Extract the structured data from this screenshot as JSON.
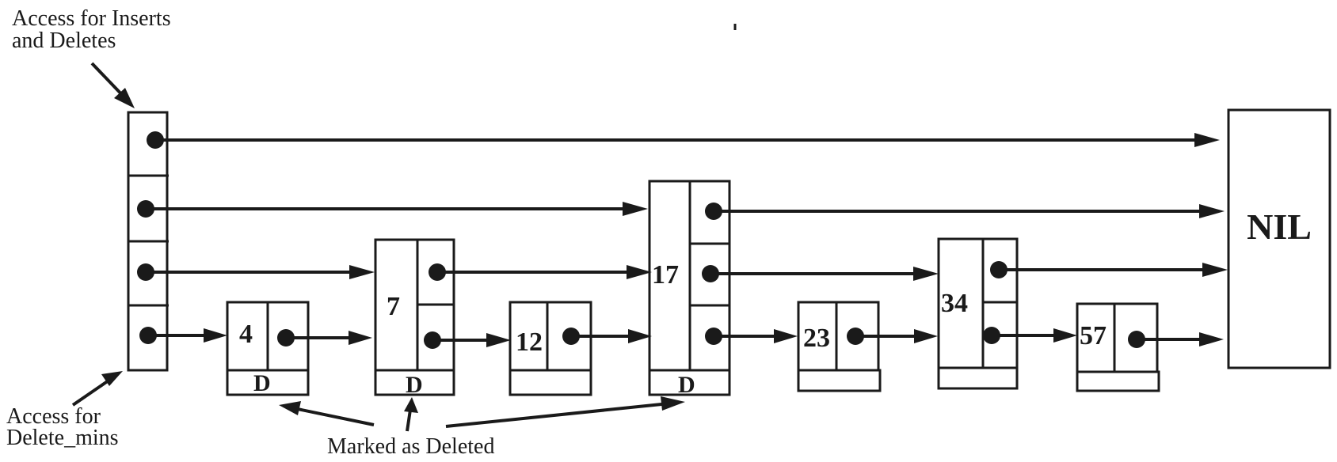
{
  "labels": {
    "inserts_deletes": [
      "Access for Inserts",
      "and Deletes"
    ],
    "delete_mins": [
      "Access for",
      "Delete_mins"
    ],
    "marked_deleted": "Marked as Deleted"
  },
  "head": {
    "levels": 4
  },
  "nodes": [
    {
      "key": "4",
      "levels": 1,
      "deleted_mark": "D"
    },
    {
      "key": "7",
      "levels": 2,
      "deleted_mark": "D"
    },
    {
      "key": "12",
      "levels": 1,
      "deleted_mark": ""
    },
    {
      "key": "17",
      "levels": 3,
      "deleted_mark": "D"
    },
    {
      "key": "23",
      "levels": 1,
      "deleted_mark": ""
    },
    {
      "key": "34",
      "levels": 2,
      "deleted_mark": ""
    },
    {
      "key": "57",
      "levels": 1,
      "deleted_mark": ""
    }
  ],
  "nil": {
    "label": "NIL"
  }
}
